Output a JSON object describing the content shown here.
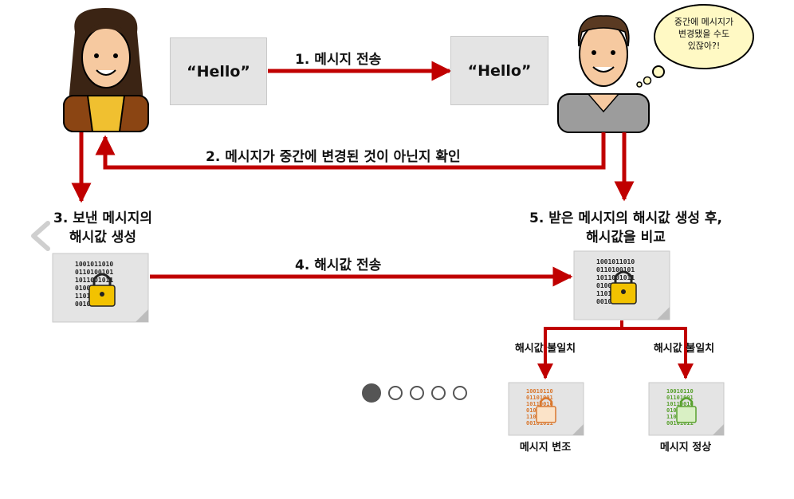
{
  "messages": {
    "hello_left": "“Hello”",
    "hello_right": "“Hello”",
    "thought": [
      "중간에 메시지가",
      "변경됐을 수도",
      "있잖아?!"
    ]
  },
  "steps": {
    "step1": "1. 메시지 전송",
    "step2": "2. 메시지가 중간에 변경된 것이 아닌지 확인",
    "step3_line1": "3. 보낸 메시지의",
    "step3_line2": "해시값 생성",
    "step4": "4. 해시값 전송",
    "step5_line1": "5. 받은 메시지의 해시값 생성 후,",
    "step5_line2": "해시값을 비교"
  },
  "branches": {
    "left_label": "해시값 불일치",
    "right_label": "해시값 불일치",
    "left_result": "메시지 변조",
    "right_result": "메시지 정상"
  },
  "carousel": {
    "total": 5,
    "active": 0
  },
  "colors": {
    "arrow": "#c00000",
    "tampered": "#d9782f",
    "normal": "#5aa12f",
    "lock": "#f2c200"
  }
}
